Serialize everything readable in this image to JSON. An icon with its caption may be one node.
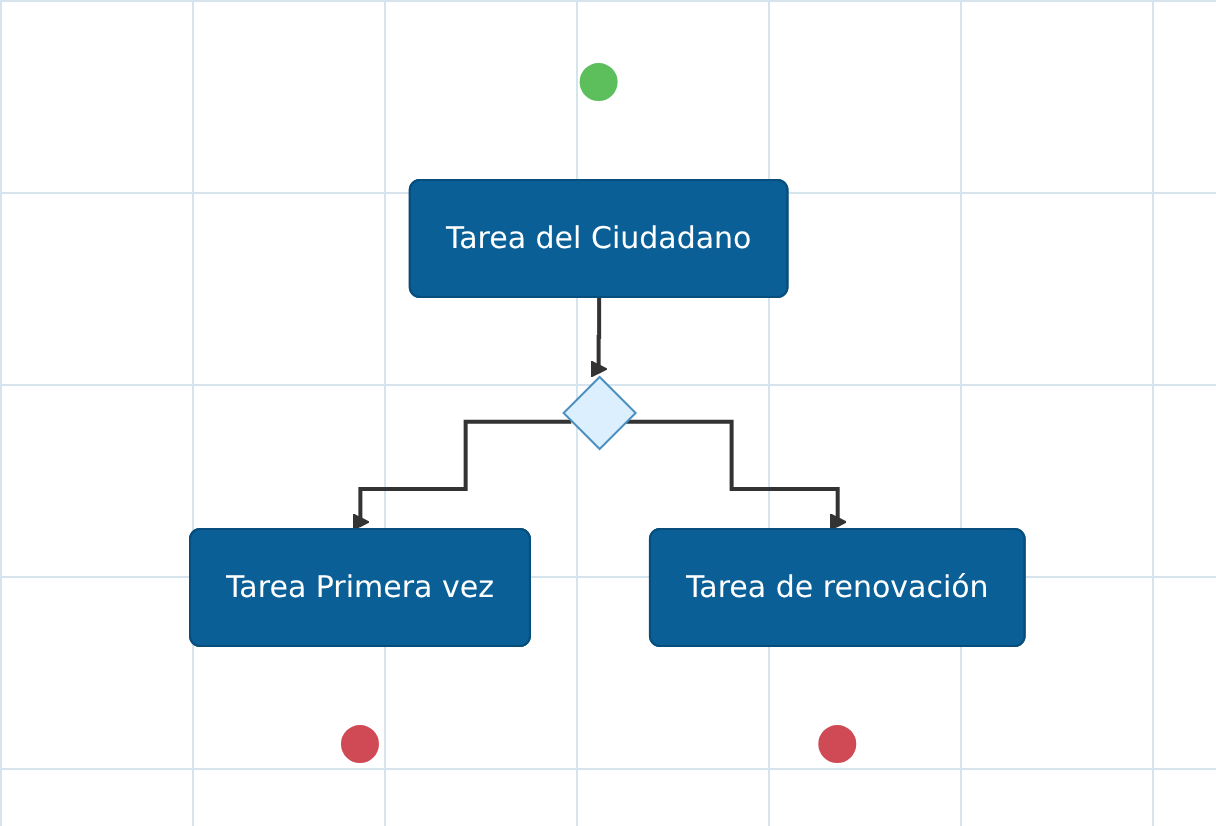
{
  "diagram": {
    "nodes": [
      {
        "text": [],
        "shape": "circle"
      },
      {
        "text": [
          "Tarea del Ciudadano"
        ]
      },
      {
        "text": [],
        "shape": "diamond"
      },
      {
        "text": [
          "Tarea Primera vez"
        ]
      },
      {
        "text": [
          "Tarea de renovación"
        ]
      },
      {
        "text": [],
        "shape": "circle"
      },
      {
        "text": [],
        "shape": "circle"
      }
    ],
    "edges": [
      {
        "from": 1,
        "to": 2,
        "arrow": "to"
      },
      {
        "from": 2,
        "to": 3,
        "arrow": "to"
      },
      {
        "from": 2,
        "to": 4,
        "arrow": "to"
      }
    ]
  }
}
